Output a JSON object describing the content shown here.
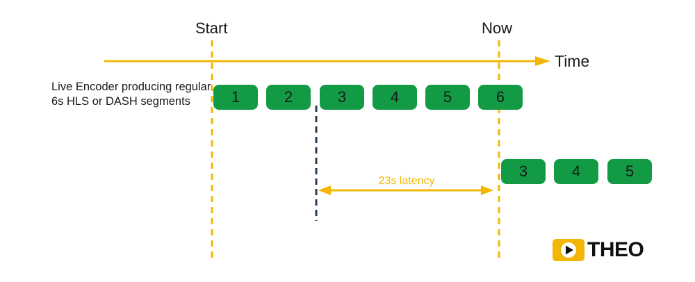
{
  "labels": {
    "start": "Start",
    "now": "Now",
    "time": "Time",
    "encoder": "Live Encoder producing regular 6s HLS or DASH segments",
    "latency": "23s latency"
  },
  "encoder_segments": [
    "1",
    "2",
    "3",
    "4",
    "5",
    "6"
  ],
  "player_segments": [
    "3",
    "4",
    "5"
  ],
  "logo": {
    "text": "THEO",
    "icon": "play-icon"
  },
  "colors": {
    "segment": "#139a45",
    "timeline": "#f2b705",
    "marker": "#2b3b4f",
    "text": "#1a1a1a"
  }
}
